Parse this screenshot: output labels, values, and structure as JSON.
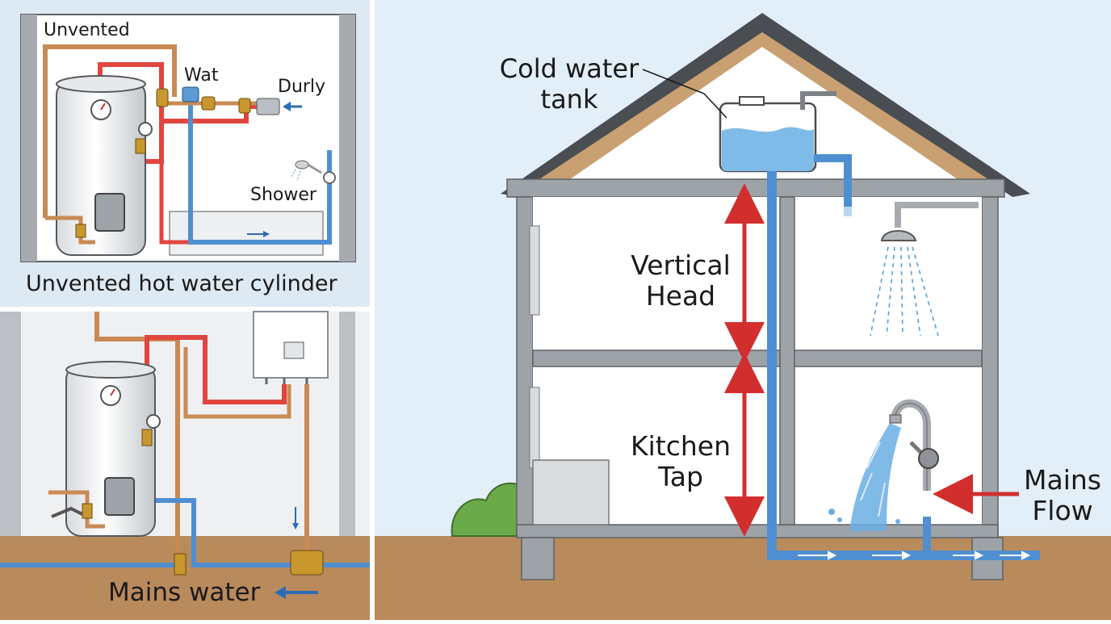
{
  "colors": {
    "sky": "#e2eef8",
    "ground": "#b98a5c",
    "hot_pipe": "#e0463f",
    "cold_pipe": "#4f8fd1",
    "copper_pipe": "#c98a55",
    "wall": "#9ea3a8",
    "roof": "#c9a071",
    "arrow_red": "#d22e2e",
    "arrow_blue": "#2b6cb3",
    "water": "#7fbbe8"
  },
  "top_left_panel": {
    "labels": {
      "unvented": "Unvented",
      "wat": "Wat",
      "durly": "Durly",
      "shower": "Shower"
    },
    "caption": "Unvented hot water cylinder"
  },
  "bottom_left_panel": {
    "caption": "Mains water"
  },
  "house_panel": {
    "cold_water_tank": [
      "Cold water",
      "tank"
    ],
    "vertical_head": [
      "Vertical",
      "Head"
    ],
    "kitchen_tap": [
      "Kitchen",
      "Tap"
    ],
    "mains_flow": [
      "Mains",
      "Flow"
    ]
  },
  "icons": {
    "cylinder": "hot-water-cylinder-icon",
    "boiler": "boiler-icon",
    "shower": "shower-head-icon",
    "tap": "kitchen-tap-icon",
    "tank": "cold-water-tank-icon"
  }
}
